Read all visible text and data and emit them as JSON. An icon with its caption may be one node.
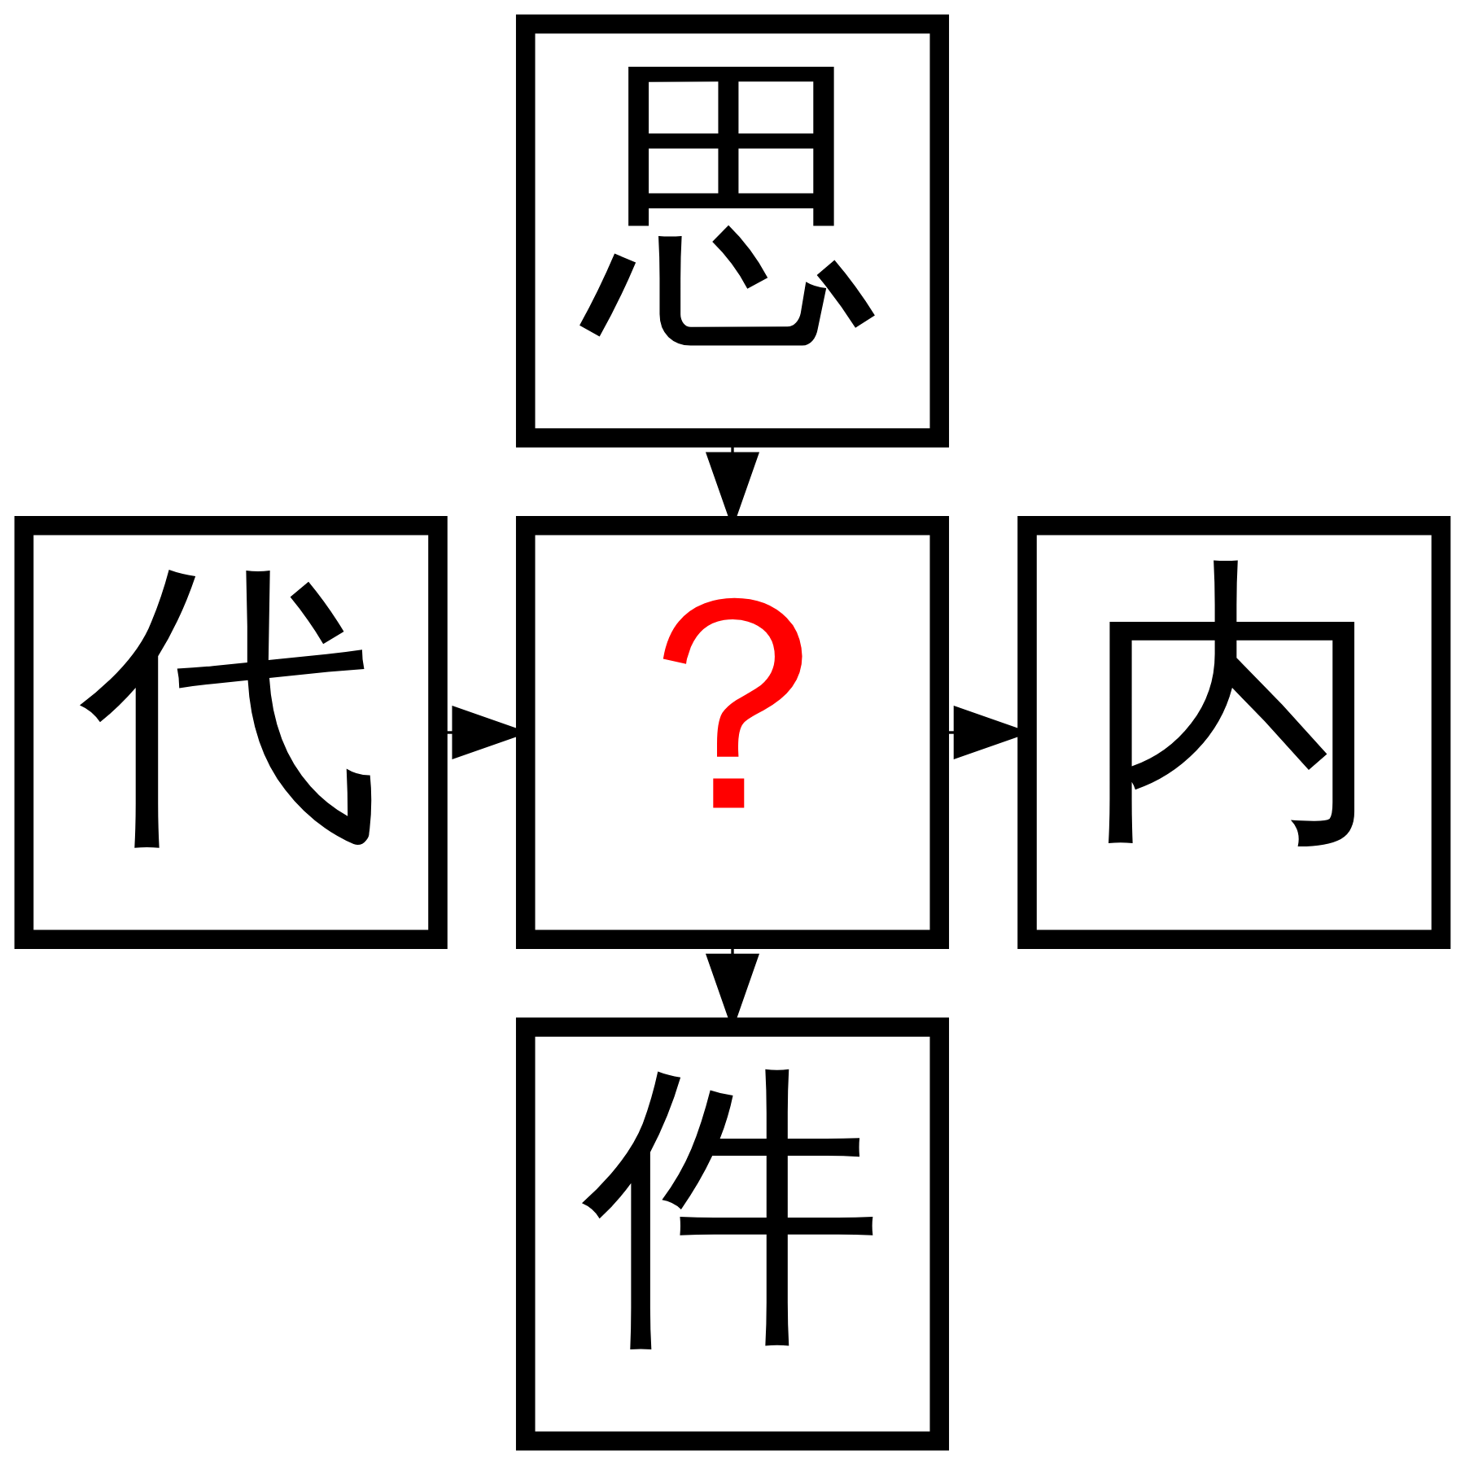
{
  "diagram": {
    "nodes": [
      {
        "text": [
          "思"
        ]
      },
      {
        "text": [
          "代"
        ]
      },
      {
        "text": [
          "？"
        ]
      },
      {
        "text": [
          "内"
        ]
      },
      {
        "text": [
          "件"
        ]
      }
    ],
    "edges": [
      {
        "from": 0,
        "to": 2,
        "arrow": "to"
      },
      {
        "from": 1,
        "to": 2,
        "arrow": "to"
      },
      {
        "from": 2,
        "to": 3,
        "arrow": "to"
      },
      {
        "from": 2,
        "to": 4,
        "arrow": "to"
      }
    ]
  }
}
